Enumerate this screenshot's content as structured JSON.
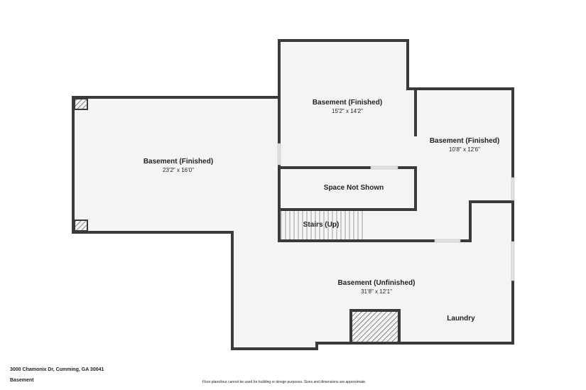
{
  "rooms": [
    {
      "name": "Basement (Finished)",
      "dims": "23'2\" x 16'0\""
    },
    {
      "name": "Basement (Finished)",
      "dims": "15'2\" x 14'2\""
    },
    {
      "name": "Basement (Finished)",
      "dims": "10'8\" x 12'6\""
    },
    {
      "name": "Space Not Shown",
      "dims": ""
    },
    {
      "name": "Stairs (Up)",
      "dims": ""
    },
    {
      "name": "Basement (Unfinished)",
      "dims": "31'8\" x 12'1\""
    },
    {
      "name": "Laundry",
      "dims": ""
    }
  ],
  "footer": {
    "address": "3000 Chamonix Dr, Cumming, GA 30041",
    "level": "Basement",
    "disclaimer": "Floor plans/tour cannot be used for building or design purposes. Sizes and dimensions are approximate."
  },
  "colors": {
    "wall": "#3a3a3a",
    "floor": "#f4f4f4",
    "opening": "#e2e2e2"
  }
}
